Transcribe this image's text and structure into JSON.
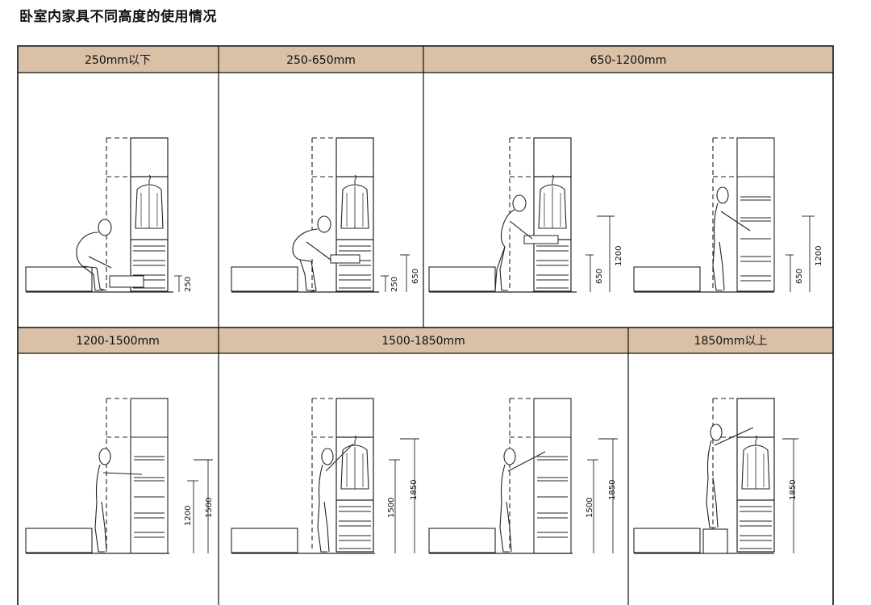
{
  "title": "卧室内家具不同高度的使用情况",
  "headers": {
    "h1": "250mm以下",
    "h2": "250-650mm",
    "h3": "650-1200mm",
    "h4": "1200-1500mm",
    "h5": "1500-1850mm",
    "h6": "1850mm以上"
  },
  "dims": {
    "d250": "250",
    "d650": "650",
    "d1200": "1200",
    "d1500": "1500",
    "d1850": "1850"
  }
}
